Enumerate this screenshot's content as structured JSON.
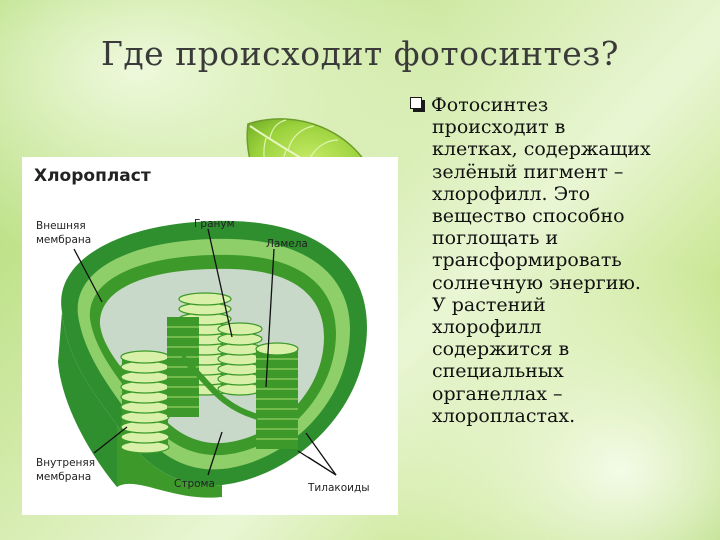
{
  "title": "Где происходит фотосинтез?",
  "diagram": {
    "heading": "Хлоропласт",
    "labels": {
      "outer_membrane_1": "Внешняя",
      "outer_membrane_2": "мембрана",
      "granum": "Гранум",
      "lamella": "Ламела",
      "inner_membrane_1": "Внутреняя",
      "inner_membrane_2": "мембрана",
      "stroma": "Строма",
      "thylakoids": "Тилакоиды"
    }
  },
  "text": {
    "bullet_first_line": "Фотосинтез",
    "lines": [
      "происходит в",
      "клетках, содержащих",
      "зелёный пигмент –",
      "хлорофилл. Это",
      "вещество способно",
      "поглощать и",
      "трансформировать",
      "солнечную энергию.",
      "У растений",
      "хлорофилл",
      "содержится в",
      "специальных",
      "органеллах –",
      "хлоропластах."
    ]
  },
  "colors": {
    "membrane_dark": "#2f8f2f",
    "membrane_light": "#8fcf6a",
    "stroma": "#c9d9c9",
    "granum_light": "#d8f0a8",
    "granum_dark": "#3d9a2a",
    "leaf": "#9bd23c"
  },
  "icons": {
    "bullet": "hollow-square-bullet-icon",
    "leaf": "green-leaf-icon"
  }
}
